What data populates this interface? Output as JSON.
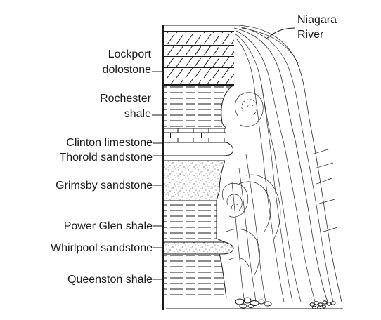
{
  "labels": {
    "lockport_1": "Lockport",
    "lockport_2": "dolostone",
    "rochester_1": "Rochester",
    "rochester_2": "shale",
    "clinton": "Clinton limestone",
    "thorold": "Thorold sandstone",
    "grimsby": "Grimsby sandstone",
    "power_glen": "Power Glen shale",
    "whirlpool": "Whirlpool sandstone",
    "queenston": "Queenston shale",
    "river_1": "Niagara",
    "river_2": "River"
  },
  "colors": {
    "ink": "#1a1a1a",
    "background": "#ffffff"
  }
}
